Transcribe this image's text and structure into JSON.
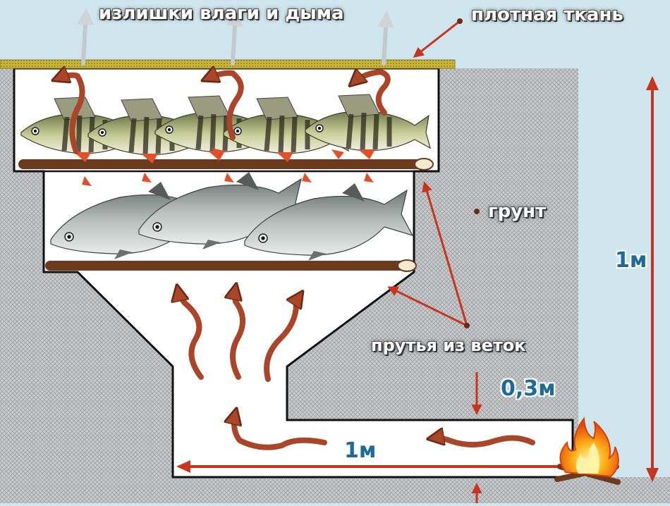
{
  "labels": {
    "excess": "излишки влаги и дыма",
    "cloth": "плотная ткань",
    "soil": "грунт",
    "twigs": "прутья из веток",
    "height": "1м",
    "depth": "0,3м",
    "length": "1м"
  },
  "colors": {
    "sky": "#cfe6ef",
    "soil": "#c4c6c8",
    "cavity": "#ffffff",
    "cloth": "#c9b53a",
    "arrow": "#c8341e",
    "smoke": "#b3562a",
    "branch": "#6b3a1f",
    "dimension_text": "#1f6a96"
  },
  "icons": [
    "fire-icon",
    "perch-fish-icon",
    "bream-fish-icon",
    "smoke-arrow-icon",
    "vapor-arrow-icon"
  ]
}
